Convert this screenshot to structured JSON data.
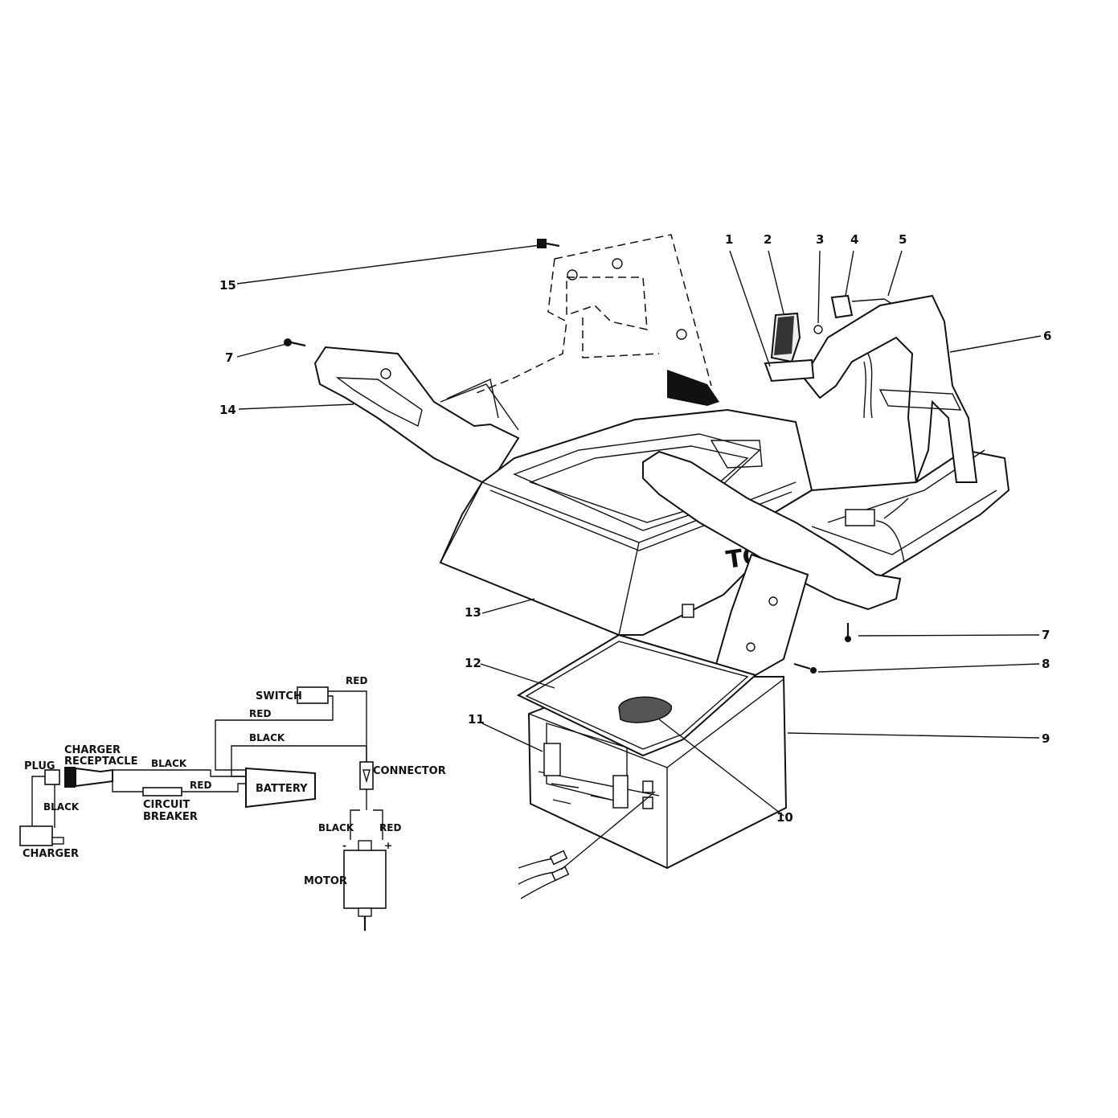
{
  "callouts": {
    "c1": "1",
    "c2": "2",
    "c3": "3",
    "c4": "4",
    "c5": "5",
    "c6": "6",
    "c7a": "7",
    "c7b": "7",
    "c8": "8",
    "c9": "9",
    "c10": "10",
    "c11": "11",
    "c12": "12",
    "c13": "13",
    "c14": "14",
    "c15": "15"
  },
  "wiring": {
    "components": {
      "switch": "SWITCH",
      "charger_receptacle_line1": "CHARGER",
      "charger_receptacle_line2": "RECEPTACLE",
      "plug": "PLUG",
      "charger": "CHARGER",
      "battery": "BATTERY",
      "circuit_breaker_line1": "CIRCUIT",
      "circuit_breaker_line2": "BREAKER",
      "connector": "CONNECTOR",
      "motor": "MOTOR"
    },
    "wire_labels": {
      "red_top": "RED",
      "red_switch": "RED",
      "black_upper": "BLACK",
      "black_receptacle": "BLACK",
      "red_breaker": "RED",
      "black_plug": "BLACK",
      "black_motor": "BLACK",
      "red_motor": "RED"
    },
    "polarity": {
      "minus": "-",
      "plus": "+"
    }
  },
  "body_brand_text": "TO"
}
